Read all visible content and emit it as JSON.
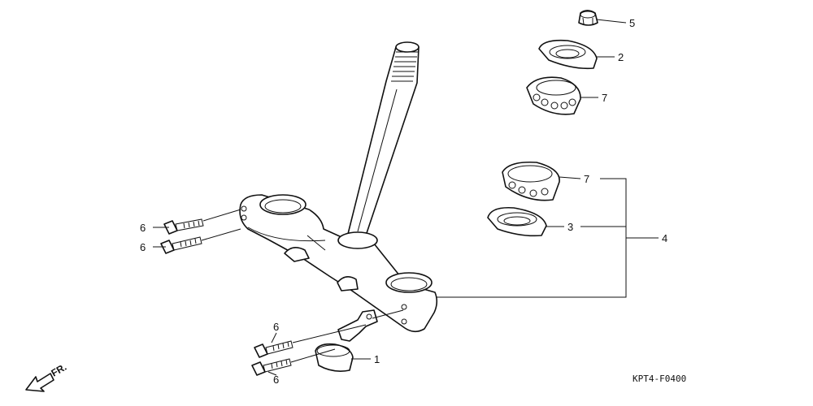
{
  "callouts": {
    "c5": "5",
    "c2": "2",
    "c7a": "7",
    "c7b": "7",
    "c3": "3",
    "c4": "4",
    "c6a": "6",
    "c6b": "6",
    "c6c": "6",
    "c6d": "6",
    "c1": "1"
  },
  "front_indicator": "FR.",
  "figure_code": "KPT4-F0400"
}
